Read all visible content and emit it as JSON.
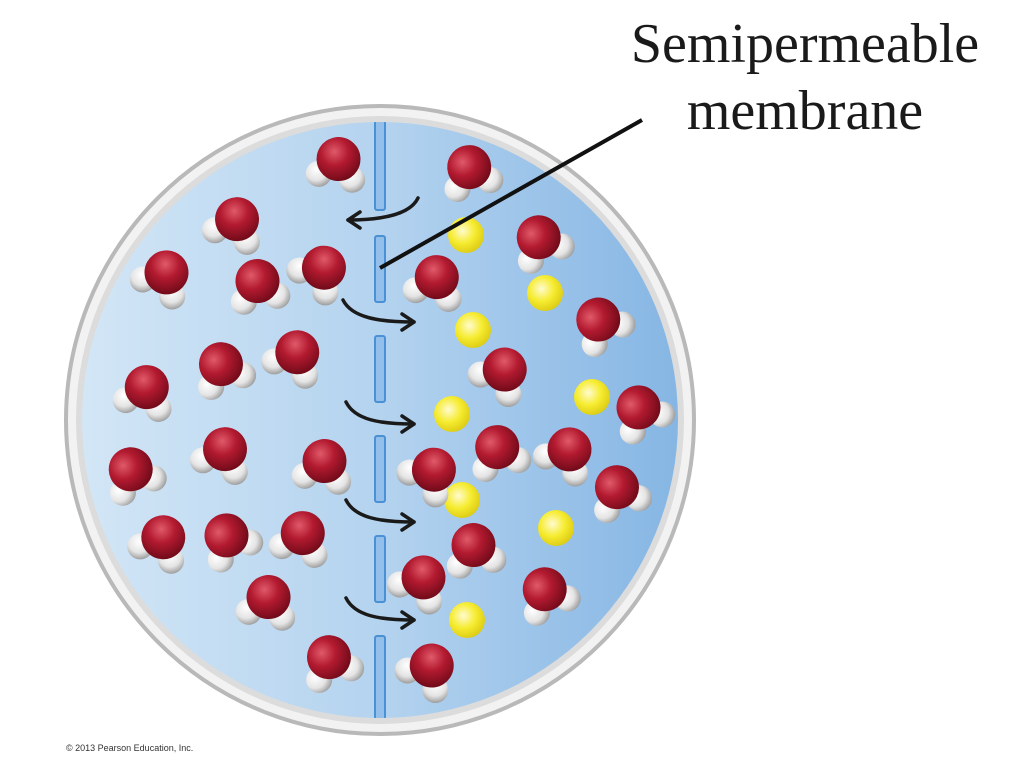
{
  "label": {
    "line1": "Semipermeable",
    "line2": "membrane"
  },
  "copyright": "© 2013 Pearson Education, Inc.",
  "colors": {
    "solution_left": "#bcd8f0",
    "solution_right": "#8ebbe6",
    "rim": "#c9c9c9",
    "membrane": "#4a90d4",
    "oxygen": "#b0182e",
    "hydrogen": "#eeeeee",
    "solute": "#f4ea2a",
    "arrow": "#1a1a1a"
  },
  "icons": [
    "water-molecule-icon",
    "solute-particle-icon",
    "flow-arrow-icon"
  ]
}
